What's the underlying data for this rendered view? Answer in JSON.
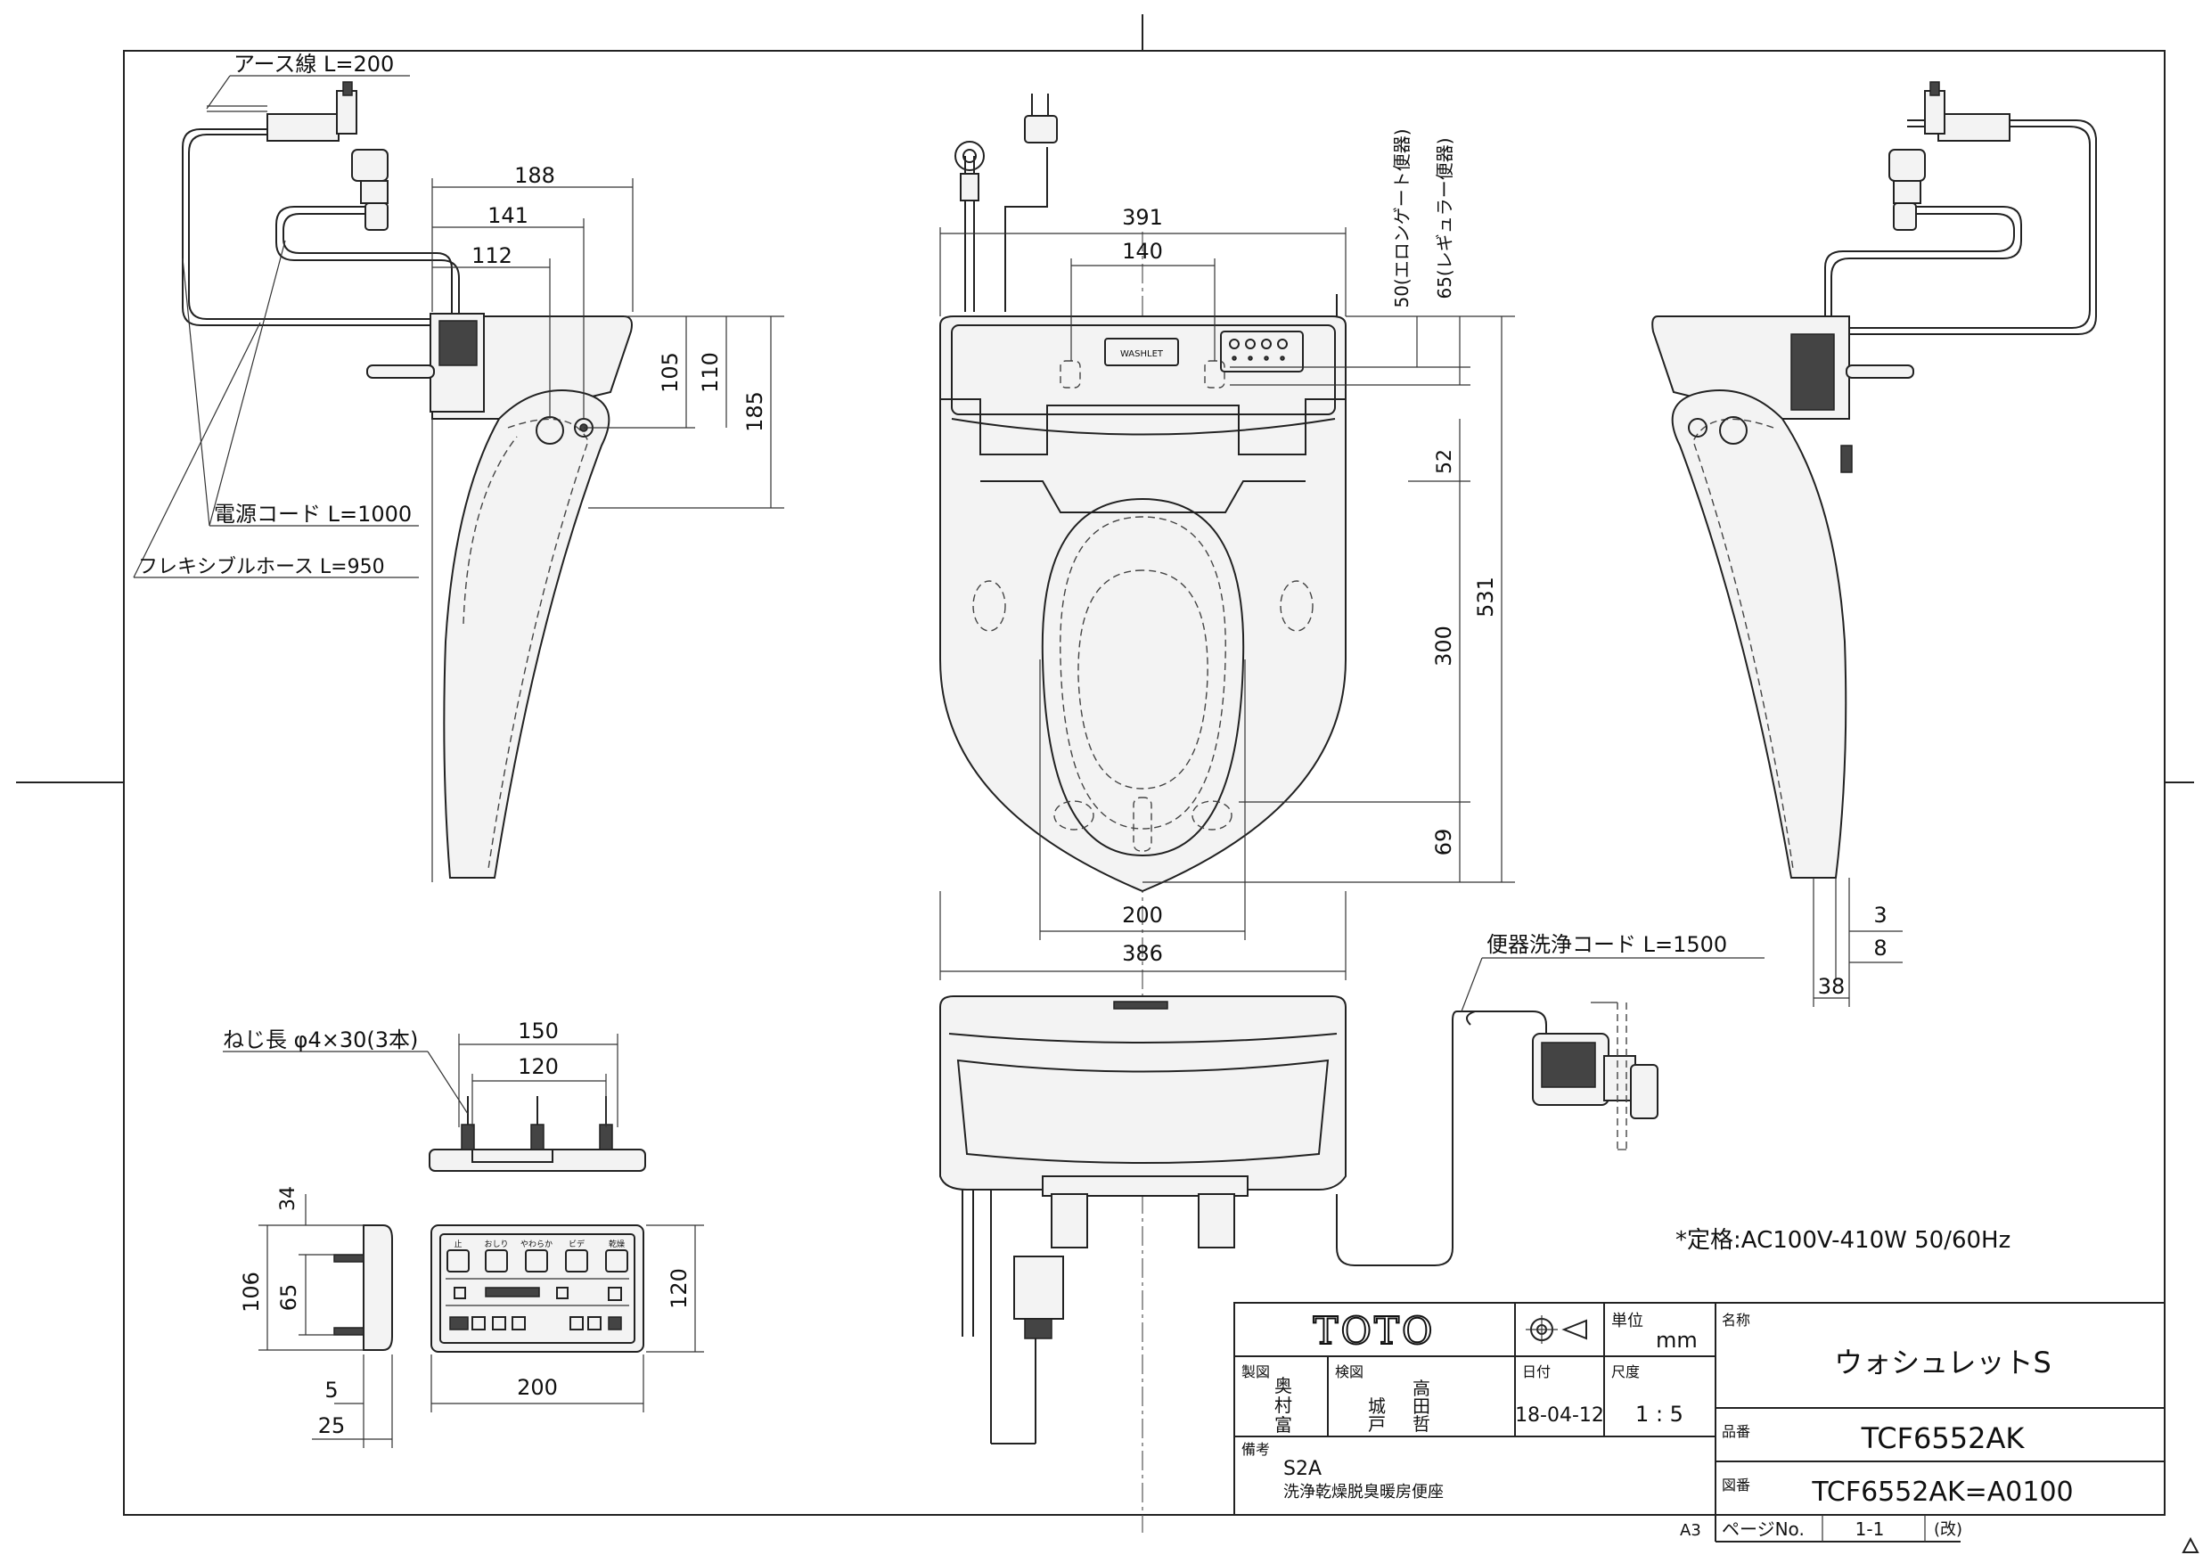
{
  "callouts": {
    "earth_wire": "アース線 L=200",
    "power_cord": "電源コード L=1000",
    "flex_hose": "フレキシブルホース L=950",
    "screw": "ねじ長 φ4×30(3本)",
    "wash_cord": "便器洗浄コード L=1500"
  },
  "dims_side": {
    "d188": "188",
    "d141": "141",
    "d112": "112",
    "d105": "105",
    "d110": "110",
    "d185": "185"
  },
  "dims_top": {
    "d391": "391",
    "d140": "140",
    "elongated": "50(エロンゲート便器)",
    "regular": "65(レギュラー便器)",
    "d52": "52",
    "d531": "531",
    "d300": "300",
    "d69": "69",
    "d200": "200",
    "d386": "386"
  },
  "dims_right": {
    "d3": "3",
    "d8": "8",
    "d38": "38"
  },
  "dims_remote": {
    "d150": "150",
    "d120": "120",
    "d34": "34",
    "d106": "106",
    "d65": "65",
    "d5": "5",
    "d25": "25",
    "d200": "200",
    "d120v": "120"
  },
  "remote_labels": [
    "止",
    "おしり",
    "やわらか",
    "ビデ",
    "乾燥"
  ],
  "rating": "*定格:AC100V-410W 50/60Hz",
  "title_block": {
    "brand": "TOTO",
    "unit_label": "単位",
    "unit_value": "mm",
    "drawn_label": "製図",
    "drawn_names": [
      "奥",
      "村",
      "富"
    ],
    "checked_label": "検図",
    "checked_names": [
      "高",
      "城",
      "田",
      "戸",
      "哲"
    ],
    "date_label": "日付",
    "date_value": "18-04-12",
    "scale_label": "尺度",
    "scale_value": "1 : 5",
    "notes_label": "備考",
    "notes_line1": "S2A",
    "notes_line2": "洗浄乾燥脱臭暖房便座",
    "name_label": "名称",
    "name_value": "ウォシュレットS",
    "part_label": "品番",
    "part_value": "TCF6552AK",
    "dwg_label": "図番",
    "dwg_value": "TCF6552AK=A0100",
    "paper_size": "A3",
    "page_label": "ページNo.",
    "page_value": "1-1",
    "rev_label": "(改)"
  },
  "seat_logo": "WASHLET"
}
